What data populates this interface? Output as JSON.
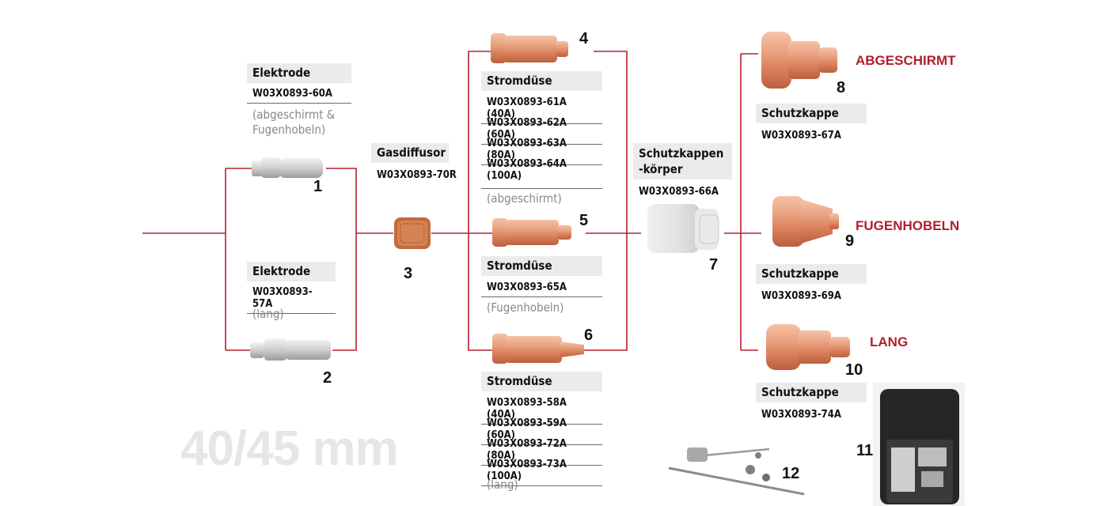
{
  "colors": {
    "line": "#b5202e",
    "accent": "#b01e2d",
    "copper": "#e0906a",
    "silver": "#c9c9c9",
    "watermark": "#e6e6e6"
  },
  "size_label": "40/45 mm",
  "parts": {
    "p1": {
      "num": "1",
      "title": "Elektrode",
      "codes": [
        "W03X0893-60A"
      ],
      "note": "(abgeschirmt & Fugenhobeln)"
    },
    "p2": {
      "num": "2",
      "title": "Elektrode",
      "codes": [
        "W03X0893-57A"
      ],
      "note": "(lang)"
    },
    "p3": {
      "num": "3",
      "title": "Gasdiffusor",
      "codes": [
        "W03X0893-70R"
      ]
    },
    "p4": {
      "num": "4",
      "title": "Stromdüse",
      "codes": [
        "W03X0893-61A (40A)",
        "W03X0893-62A (60A)",
        "W03X0893-63A (80A)",
        "W03X0893-64A (100A)"
      ],
      "note": "(abgeschirmt)"
    },
    "p5": {
      "num": "5",
      "title": "Stromdüse",
      "codes": [
        "W03X0893-65A"
      ],
      "note": "(Fugenhobeln)"
    },
    "p6": {
      "num": "6",
      "title": "Stromdüse",
      "codes": [
        "W03X0893-58A (40A)",
        "W03X0893-59A (60A)",
        "W03X0893-72A (80A)",
        "W03X0893-73A (100A)"
      ],
      "note": "(lang)"
    },
    "p7": {
      "num": "7",
      "title": "Schutzkappen-körper",
      "codes": [
        "W03X0893-66A"
      ]
    },
    "p8": {
      "num": "8",
      "title": "Schutzkappe",
      "codes": [
        "W03X0893-67A"
      ],
      "variant": "ABGESCHIRMT"
    },
    "p9": {
      "num": "9",
      "title": "Schutzkappe",
      "codes": [
        "W03X0893-69A"
      ],
      "variant": "FUGENHOBELN"
    },
    "p10": {
      "num": "10",
      "title": "Schutzkappe",
      "codes": [
        "W03X0893-74A"
      ],
      "variant": "LANG"
    },
    "p11": {
      "num": "11"
    },
    "p12": {
      "num": "12"
    }
  }
}
